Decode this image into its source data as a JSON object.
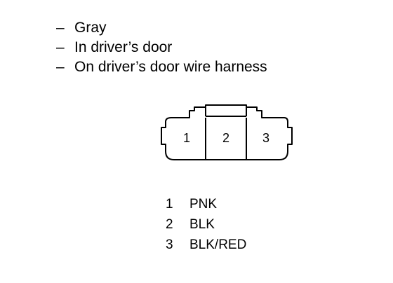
{
  "notes": [
    {
      "dash": "–",
      "text": "Gray"
    },
    {
      "dash": "–",
      "text": "In driver’s door"
    },
    {
      "dash": "–",
      "text": "On driver’s door wire harness"
    }
  ],
  "connector": {
    "cavities": [
      "1",
      "2",
      "3"
    ]
  },
  "pinout": [
    {
      "pin": "1",
      "wire": "PNK"
    },
    {
      "pin": "2",
      "wire": "BLK"
    },
    {
      "pin": "3",
      "wire": "BLK/RED"
    }
  ]
}
